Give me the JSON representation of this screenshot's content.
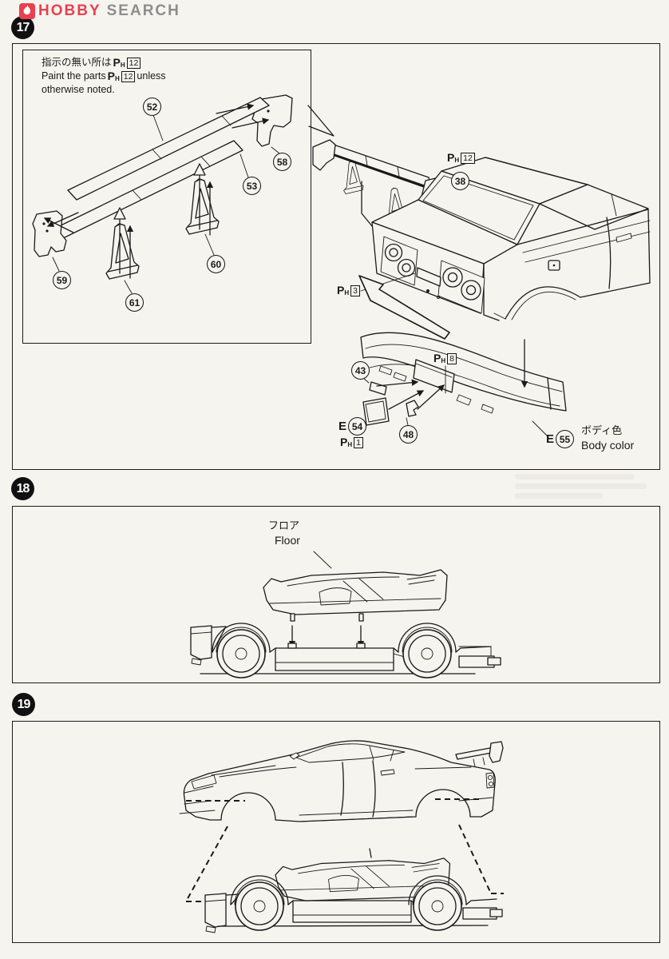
{
  "logo": {
    "hobby": "HOBBY",
    "search": "SEARCH"
  },
  "ph": {
    "p": "P",
    "h": "H"
  },
  "step17": {
    "number": "17",
    "note_jp": "指示の無い所は",
    "note_en1": "Paint the parts",
    "note_en1b": "unless",
    "note_en2": "otherwise noted.",
    "default_paint_num": "12",
    "parts": {
      "52": "52",
      "53": "53",
      "58": "58",
      "59": "59",
      "60": "60",
      "61": "61",
      "38": "38",
      "43": "43",
      "48": "48",
      "54": "54",
      "55": "55"
    },
    "paint_nums": {
      "wing": "12",
      "garnish": "3",
      "bumper": "8",
      "plate": "1"
    },
    "e_prefix": "E",
    "body_color_jp": "ボディ色",
    "body_color_en": "Body color"
  },
  "step18": {
    "number": "18",
    "floor_jp": "フロア",
    "floor_en": "Floor"
  },
  "step19": {
    "number": "19"
  }
}
